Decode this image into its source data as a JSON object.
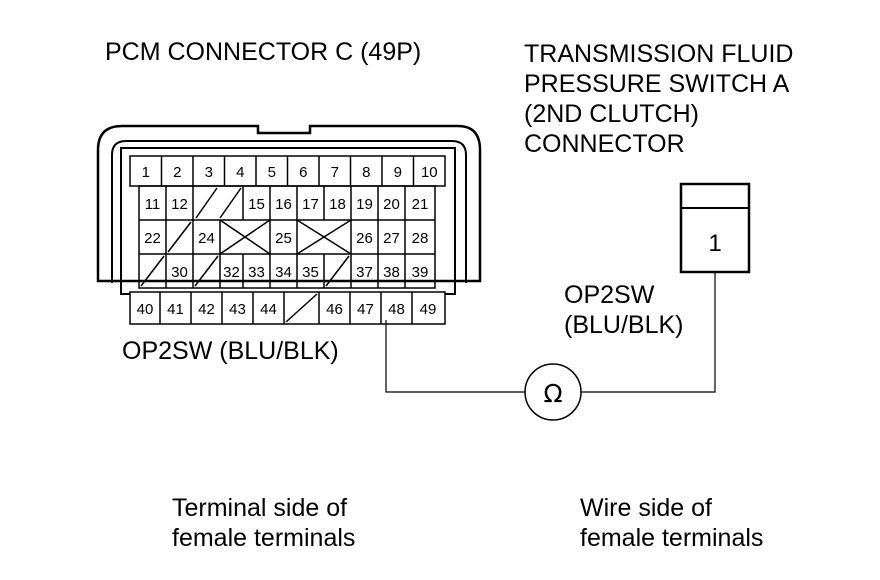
{
  "pcm_connector": {
    "title": "PCM CONNECTOR C (49P)",
    "row1": [
      "1",
      "2",
      "3",
      "4",
      "5",
      "6",
      "7",
      "8",
      "9",
      "10"
    ],
    "row2": [
      "11",
      "12",
      "15",
      "16",
      "17",
      "18",
      "19",
      "20",
      "21"
    ],
    "row3": [
      "22",
      "24",
      "25",
      "26",
      "27",
      "28"
    ],
    "row4": [
      "30",
      "32",
      "33",
      "34",
      "35",
      "37",
      "38",
      "39"
    ],
    "row5": [
      "40",
      "41",
      "42",
      "43",
      "44",
      "46",
      "47",
      "48",
      "49"
    ],
    "wire_label": "OP2SW (BLU/BLK)",
    "side_caption_line1": "Terminal side of",
    "side_caption_line2": "female terminals"
  },
  "switch_connector": {
    "title_line1": "TRANSMISSION FLUID",
    "title_line2": "PRESSURE SWITCH A",
    "title_line3": "(2ND CLUTCH)",
    "title_line4": "CONNECTOR",
    "pin": "1",
    "wire_label_line1": "OP2SW",
    "wire_label_line2": "(BLU/BLK)",
    "side_caption_line1": "Wire side of",
    "side_caption_line2": "female terminals"
  },
  "meter": {
    "symbol": "Ω",
    "icon": "ohmmeter-icon"
  }
}
